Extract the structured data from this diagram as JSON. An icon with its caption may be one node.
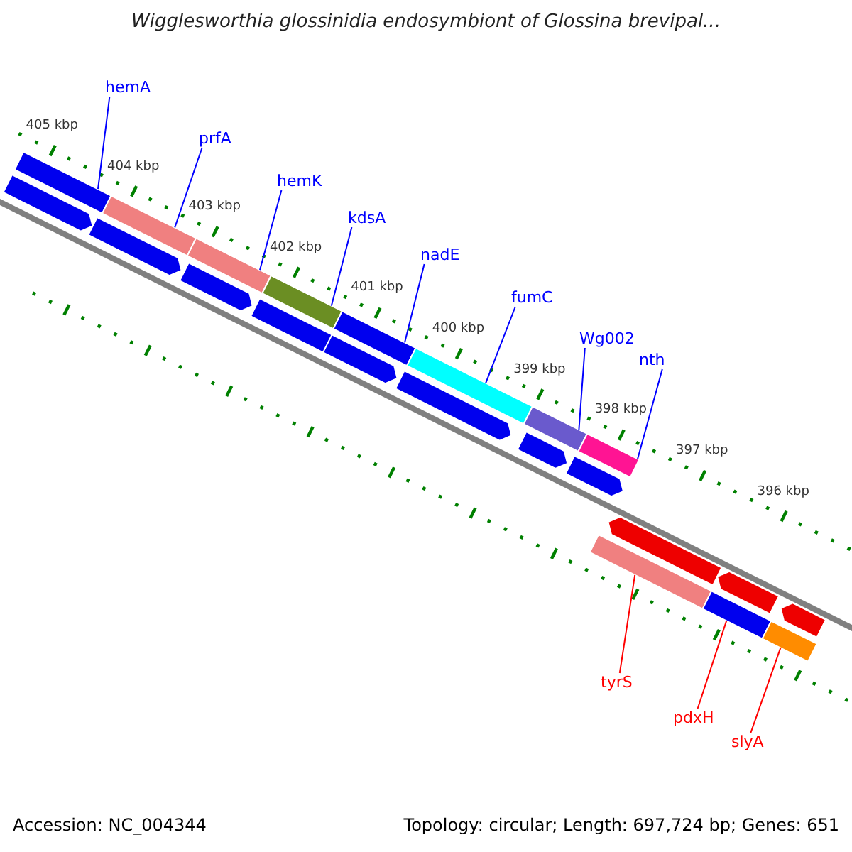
{
  "diagram": {
    "title": "Wigglesworthia glossinidia endosymbiont of Glossina brevipal...",
    "nodes": [
      {
        "text": [
          "hemA"
        ]
      },
      {
        "text": [
          "prfA"
        ]
      },
      {
        "text": [
          "hemK"
        ]
      },
      {
        "text": [
          "kdsA"
        ]
      },
      {
        "text": [
          "nadE"
        ]
      },
      {
        "text": [
          "fumC"
        ]
      },
      {
        "text": [
          "Wg002"
        ]
      },
      {
        "text": [
          "nth"
        ]
      },
      {
        "text": [
          "tyrS"
        ]
      },
      {
        "text": [
          "pdxH"
        ]
      },
      {
        "text": [
          "slyA"
        ]
      },
      {
        "text": [],
        "shape": "bar"
      },
      {
        "text": [],
        "shape": "bar"
      },
      {
        "text": [],
        "shape": "bar"
      },
      {
        "text": [],
        "shape": "bar"
      },
      {
        "text": [],
        "shape": "bar"
      },
      {
        "text": [],
        "shape": "bar"
      },
      {
        "text": [],
        "shape": "bar"
      },
      {
        "text": [],
        "shape": "bar"
      },
      {
        "text": [],
        "shape": "bar"
      },
      {
        "text": [],
        "shape": "bar"
      },
      {
        "text": [],
        "shape": "bar"
      },
      {
        "text": [],
        "shape": "arrow"
      },
      {
        "text": [],
        "shape": "arrow"
      },
      {
        "text": [],
        "shape": "arrow"
      },
      {
        "text": [],
        "shape": "arrow"
      },
      {
        "text": [],
        "shape": "arrow"
      },
      {
        "text": [],
        "shape": "arrow"
      },
      {
        "text": [],
        "shape": "arrow"
      },
      {
        "text": [],
        "shape": "arrow"
      },
      {
        "text": [],
        "shape": "arrow"
      },
      {
        "text": [],
        "shape": "arrow"
      },
      {
        "text": [],
        "shape": "arrow"
      }
    ],
    "edges": [
      {
        "from": 0,
        "to": 11,
        "arrow": "none"
      },
      {
        "from": 1,
        "to": 12,
        "arrow": "none"
      },
      {
        "from": 2,
        "to": 13,
        "arrow": "none"
      },
      {
        "from": 3,
        "to": 14,
        "arrow": "none"
      },
      {
        "from": 4,
        "to": 15,
        "arrow": "none"
      },
      {
        "from": 5,
        "to": 16,
        "arrow": "none"
      },
      {
        "from": 6,
        "to": 17,
        "arrow": "none"
      },
      {
        "from": 7,
        "to": 18,
        "arrow": "none"
      },
      {
        "from": 8,
        "to": 19,
        "arrow": "none",
        "color": "#ff0000"
      },
      {
        "from": 9,
        "to": 20,
        "arrow": "none",
        "color": "#ff0000"
      },
      {
        "from": 10,
        "to": 21,
        "arrow": "none",
        "color": "#ff0000"
      }
    ],
    "labels": [
      "405 kbp",
      "404 kbp",
      "403 kbp",
      "402 kbp",
      "401 kbp",
      "400 kbp",
      "399 kbp",
      "398 kbp",
      "397 kbp",
      "396 kbp",
      "Accession: NC_004344",
      "Topology: circular; Length: 697,724 bp; Genes: 651"
    ]
  }
}
